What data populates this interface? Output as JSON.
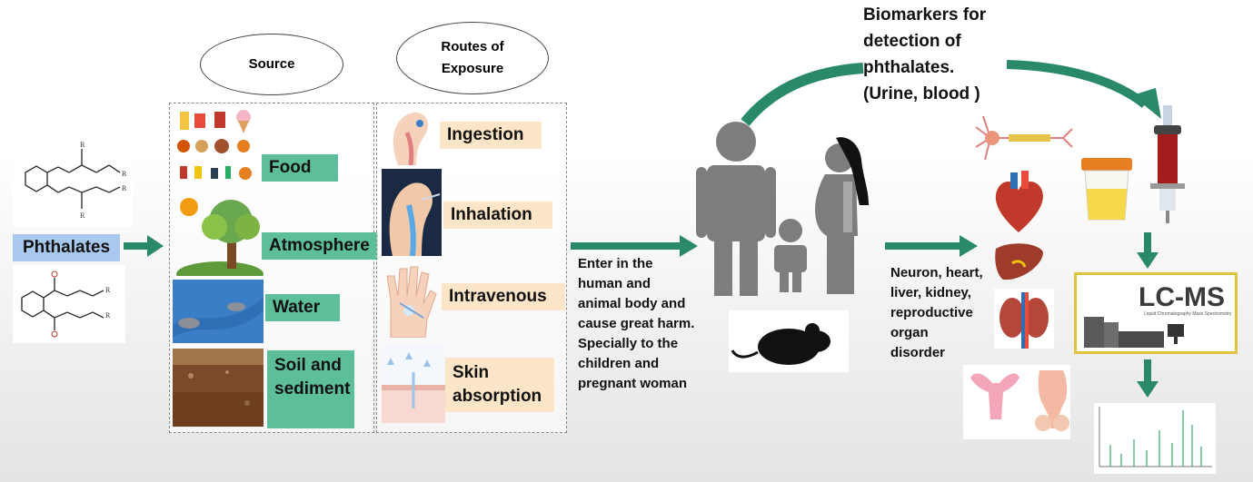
{
  "left": {
    "phthalates_label": "Phthalates",
    "structure_r": "R"
  },
  "source": {
    "heading": "Source",
    "items": [
      "Food",
      "Atmosphere",
      "Water",
      "Soil and sediment"
    ]
  },
  "routes": {
    "heading": "Routes of Exposure",
    "items": [
      "Ingestion",
      "Inhalation",
      "Intravenous",
      "Skin absorption"
    ]
  },
  "enter_text": "Enter in the human and animal body and cause great harm. Specially to the children and pregnant woman",
  "biomarker_text": "Biomarkers for detection of phthalates. (Urine, blood )",
  "organ_text": "Neuron, heart, liver, kidney, reproductive organ disorder",
  "lcms": {
    "title": "LC-MS",
    "subtitle": "Liquid Chromatography Mass Spectrometry"
  },
  "colors": {
    "arrow": "#2a8a68",
    "green_label": "#5cbf9a",
    "peach_label": "#fde5c8",
    "blue_label": "#a9c8ee",
    "silhouette": "#7d7d7d"
  }
}
